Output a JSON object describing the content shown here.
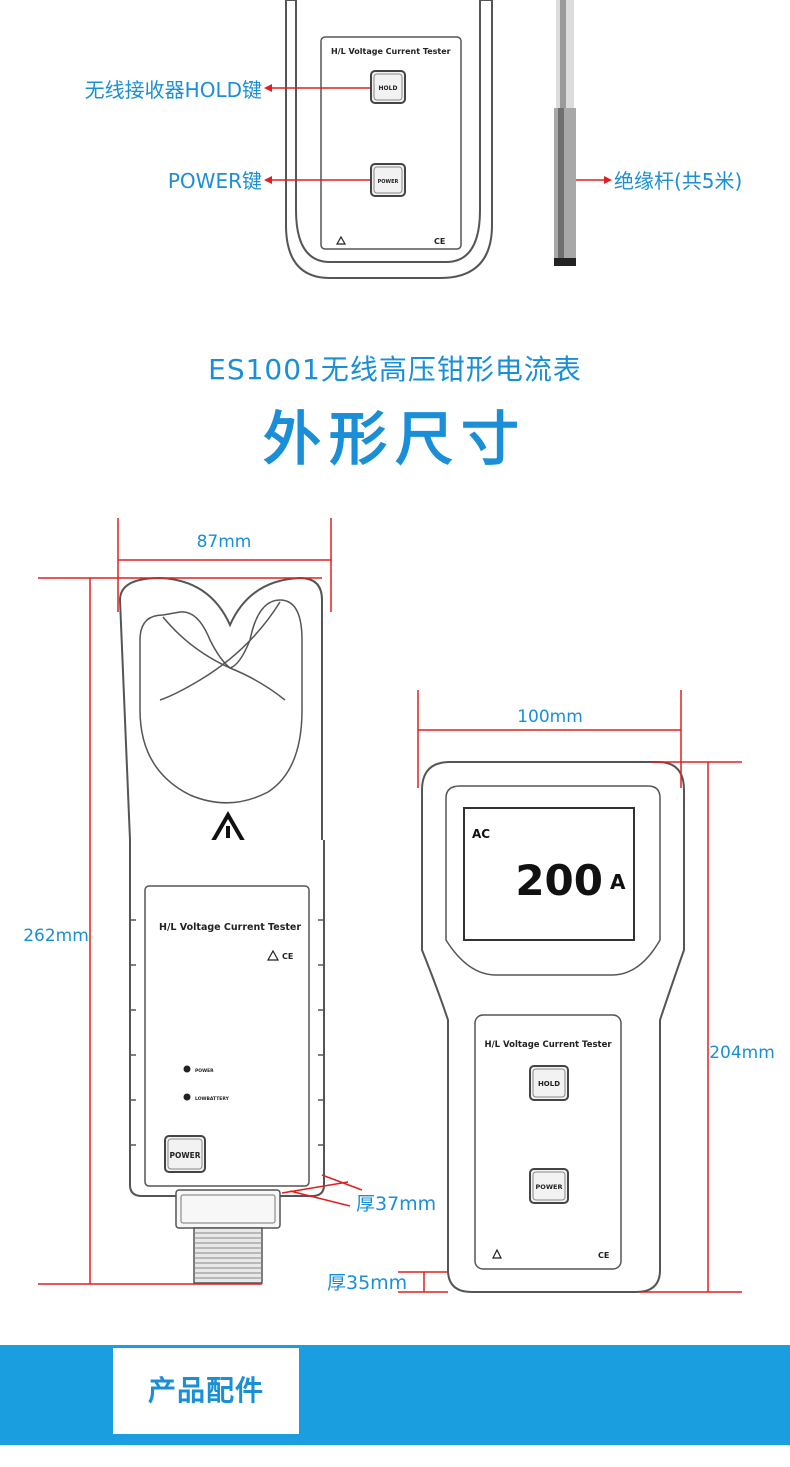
{
  "top_section": {
    "panel_title": "H/L Voltage Current Tester",
    "hold_button": "HOLD",
    "power_button": "POWER",
    "hold_callout": "无线接收器HOLD键",
    "power_callout": "POWER键",
    "rod_callout": "绝缘杆(共5米)"
  },
  "heading": {
    "subtitle": "ES1001无线高压钳形电流表",
    "title": "外形尺寸"
  },
  "clamp": {
    "panel_title": "H/L Voltage Current Tester",
    "power_led": "POWER",
    "lowbattery_led": "LOWBATTERY",
    "power_button": "POWER",
    "width_dim": "87mm",
    "height_dim": "262mm",
    "thickness_dim": "厚37mm"
  },
  "receiver": {
    "display_mode": "AC",
    "display_value": "200",
    "display_unit": "A",
    "panel_title": "H/L Voltage Current Tester",
    "hold_button": "HOLD",
    "power_button": "POWER",
    "width_dim": "100mm",
    "height_dim": "204mm",
    "thickness_dim": "厚35mm"
  },
  "footer": {
    "section_label": "产品配件"
  },
  "colors": {
    "accent_blue": "#1a8fd8",
    "dimension_red": "#e02020",
    "outline_gray": "#555555",
    "bar_blue": "#1a9ee0"
  }
}
